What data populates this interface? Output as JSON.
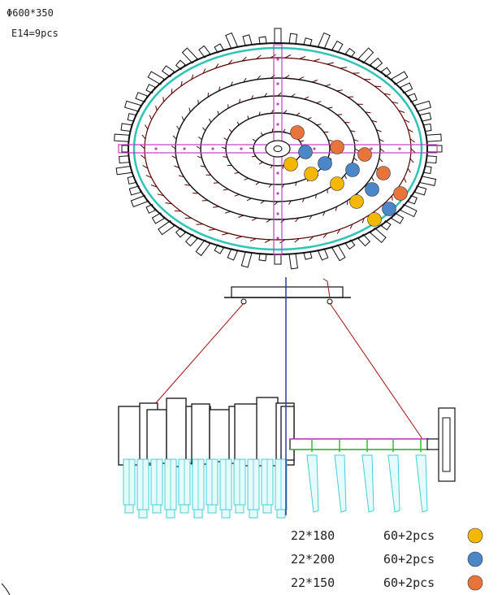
{
  "spec": {
    "dimensions": "Φ600*350",
    "bulbs": "E14=9pcs"
  },
  "legend": [
    {
      "size": "22*180",
      "qty": "60+2pcs",
      "color": "#f5b800"
    },
    {
      "size": "22*200",
      "qty": "60+2pcs",
      "color": "#4a86c8"
    },
    {
      "size": "22*150",
      "qty": "60+2pcs",
      "color": "#e8743b"
    }
  ],
  "colors": {
    "outline": "#111111",
    "inner_ring": "#2ec4b6",
    "ring_dark": "#5a0000",
    "cross_bar": "#c23fc2",
    "crystal": "#3fd0d8",
    "green_bar": "#2fbf2f",
    "wire": "#a01010",
    "axis_line": "#2e3aa0"
  }
}
